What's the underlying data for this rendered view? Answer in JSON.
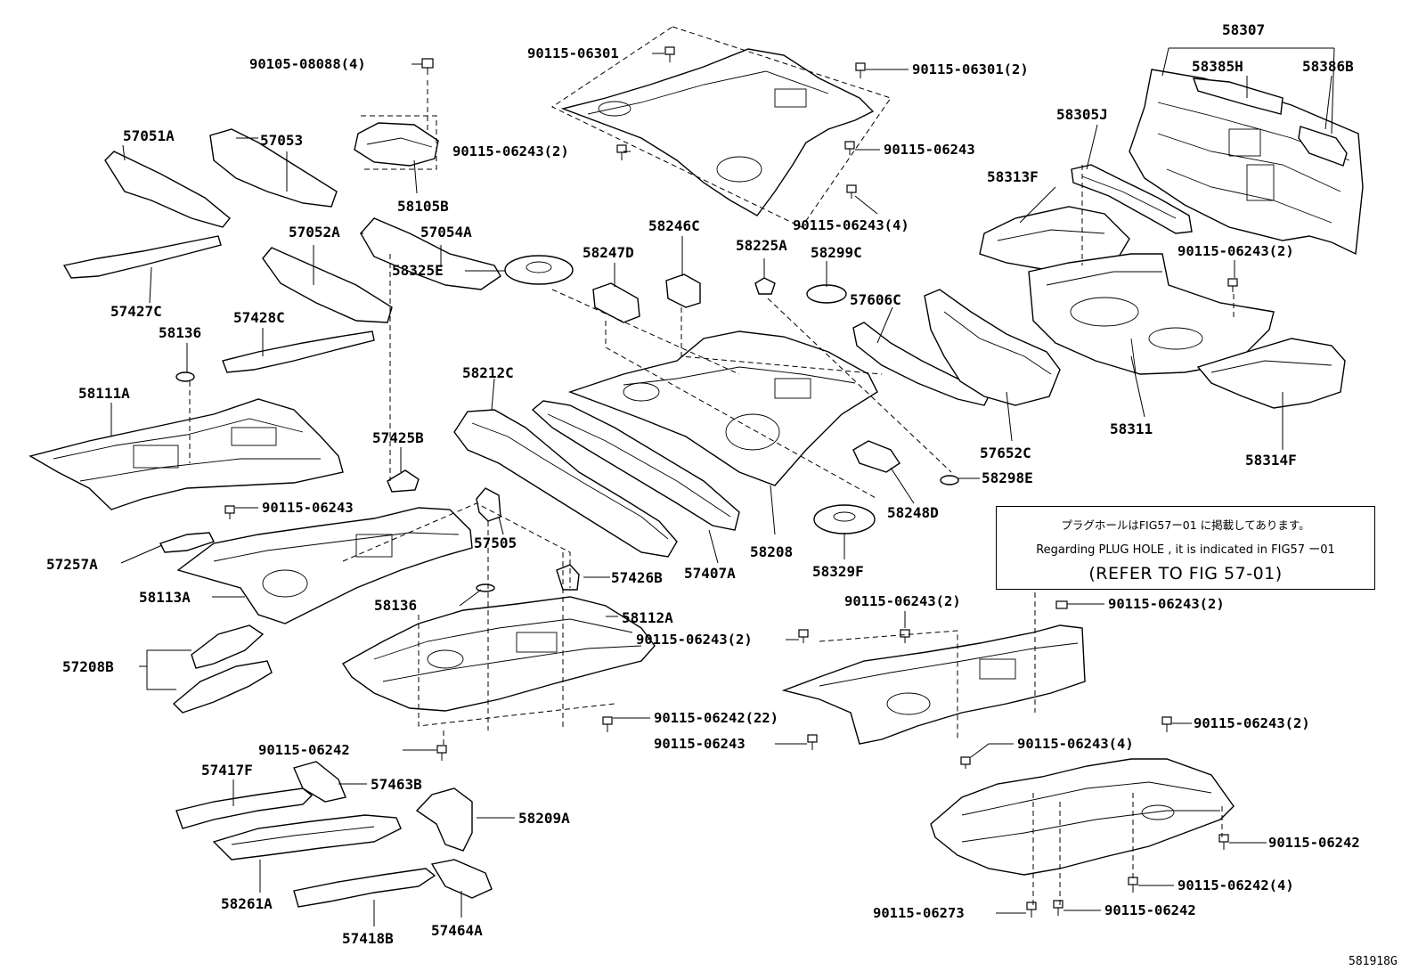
{
  "diagram": {
    "parts": [
      {
        "id": "58307",
        "label": "58307"
      },
      {
        "id": "58385H",
        "label": "58385H"
      },
      {
        "id": "58386B",
        "label": "58386B"
      },
      {
        "id": "58305J",
        "label": "58305J"
      },
      {
        "id": "58313F",
        "label": "58313F"
      },
      {
        "id": "58311",
        "label": "58311"
      },
      {
        "id": "58314F",
        "label": "58314F"
      },
      {
        "id": "57606C",
        "label": "57606C"
      },
      {
        "id": "57652C",
        "label": "57652C"
      },
      {
        "id": "58298E",
        "label": "58298E"
      },
      {
        "id": "58246C",
        "label": "58246C"
      },
      {
        "id": "58225A",
        "label": "58225A"
      },
      {
        "id": "58299C",
        "label": "58299C"
      },
      {
        "id": "58247D",
        "label": "58247D"
      },
      {
        "id": "58325E",
        "label": "58325E"
      },
      {
        "id": "58212C",
        "label": "58212C"
      },
      {
        "id": "58208",
        "label": "58208"
      },
      {
        "id": "58248D",
        "label": "58248D"
      },
      {
        "id": "58329F",
        "label": "58329F"
      },
      {
        "id": "57407A",
        "label": "57407A"
      },
      {
        "id": "57051A",
        "label": "57051A"
      },
      {
        "id": "57053",
        "label": "57053"
      },
      {
        "id": "58105B",
        "label": "58105B"
      },
      {
        "id": "57052A",
        "label": "57052A"
      },
      {
        "id": "57054A",
        "label": "57054A"
      },
      {
        "id": "57427C",
        "label": "57427C"
      },
      {
        "id": "57428C",
        "label": "57428C"
      },
      {
        "id": "58136a",
        "label": "58136"
      },
      {
        "id": "58111A",
        "label": "58111A"
      },
      {
        "id": "57425B",
        "label": "57425B"
      },
      {
        "id": "57505",
        "label": "57505"
      },
      {
        "id": "57257A",
        "label": "57257A"
      },
      {
        "id": "58113A",
        "label": "58113A"
      },
      {
        "id": "57426B",
        "label": "57426B"
      },
      {
        "id": "58136b",
        "label": "58136"
      },
      {
        "id": "58112A",
        "label": "58112A"
      },
      {
        "id": "57208B",
        "label": "57208B"
      },
      {
        "id": "57417F",
        "label": "57417F"
      },
      {
        "id": "57463B",
        "label": "57463B"
      },
      {
        "id": "58209A",
        "label": "58209A"
      },
      {
        "id": "58261A",
        "label": "58261A"
      },
      {
        "id": "57418B",
        "label": "57418B"
      },
      {
        "id": "57464A",
        "label": "57464A"
      }
    ],
    "bolts": [
      {
        "id": "b1",
        "label": "90105-08088(4)"
      },
      {
        "id": "b2",
        "label": "90115-06301"
      },
      {
        "id": "b3",
        "label": "90115-06301(2)"
      },
      {
        "id": "b4",
        "label": "90115-06243(2)"
      },
      {
        "id": "b5",
        "label": "90115-06243"
      },
      {
        "id": "b6",
        "label": "90115-06243(4)"
      },
      {
        "id": "b7",
        "label": "90115-06243(2)"
      },
      {
        "id": "b8",
        "label": "90115-06243"
      },
      {
        "id": "b9",
        "label": "90115-06243(2)"
      },
      {
        "id": "b10",
        "label": "90115-06243(2)"
      },
      {
        "id": "b11",
        "label": "90115-06243(2)"
      },
      {
        "id": "b12",
        "label": "90115-06242(22)"
      },
      {
        "id": "b13",
        "label": "90115-06243"
      },
      {
        "id": "b14",
        "label": "90115-06242"
      },
      {
        "id": "b15",
        "label": "90115-06243(2)"
      },
      {
        "id": "b16",
        "label": "90115-06243(4)"
      },
      {
        "id": "b17",
        "label": "90115-06242"
      },
      {
        "id": "b18",
        "label": "90115-06242(4)"
      },
      {
        "id": "b19",
        "label": "90115-06273"
      },
      {
        "id": "b20",
        "label": "90115-06242"
      }
    ],
    "note": {
      "japanese": "プラグホールはFIG57ー01 に掲載してあります。",
      "english": "Regarding  PLUG  HOLE  , it  is  indicated  in  FIG57 ー01",
      "reference": "(REFER TO FIG  57-01)"
    },
    "figure_code": "581918G"
  }
}
